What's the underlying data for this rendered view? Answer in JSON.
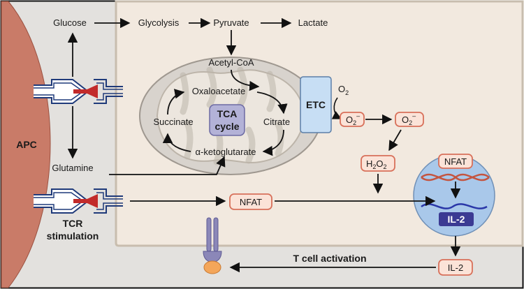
{
  "cells": {
    "apc": "APC",
    "tcr_stimulation": [
      "TCR",
      "stimulation"
    ]
  },
  "metabolites": {
    "glucose": "Glucose",
    "glycolysis": "Glycolysis",
    "pyruvate": "Pyruvate",
    "lactate": "Lactate",
    "glutamine": "Glutamine",
    "acetyl_coa": "Acetyl-CoA",
    "oxaloacetate": "Oxaloacetate",
    "citrate": "Citrate",
    "succinate": "Succinate",
    "alpha_ketoglutarate": "α-ketoglutarate"
  },
  "tca": [
    "TCA",
    "cycle"
  ],
  "etc": {
    "label": "ETC",
    "o2": "O",
    "o2_sub": "2",
    "superoxide": "O",
    "superoxide_sub": "2",
    "superoxide_sup": "–"
  },
  "ros": {
    "superoxide": "O",
    "superoxide_sub": "2",
    "superoxide_sup": "–",
    "h2o2_a": "H",
    "h2o2_sub1": "2",
    "h2o2_b": "O",
    "h2o2_sub2": "2"
  },
  "signaling": {
    "nfat_cytoplasm": "NFAT",
    "nfat_nucleus": "NFAT",
    "il2_gene": "IL-2",
    "il2_secreted": "IL-2",
    "t_cell_activation": "T cell activation"
  },
  "colors": {
    "apc": "#c97b68",
    "cell": "#f2e9df",
    "background": "#e3e1de",
    "mitochondrion": "#d8d3cd",
    "nucleus": "#a9c8ea",
    "etc_box": "#c7def4",
    "tca_box": "#b3b2d7",
    "il2_box": "#3b3a93",
    "badge_border": "#d8705a",
    "badge_fill": "#fbe3d8",
    "receptor": "#1f3a7a",
    "receptor_core": "#c22b2b"
  }
}
